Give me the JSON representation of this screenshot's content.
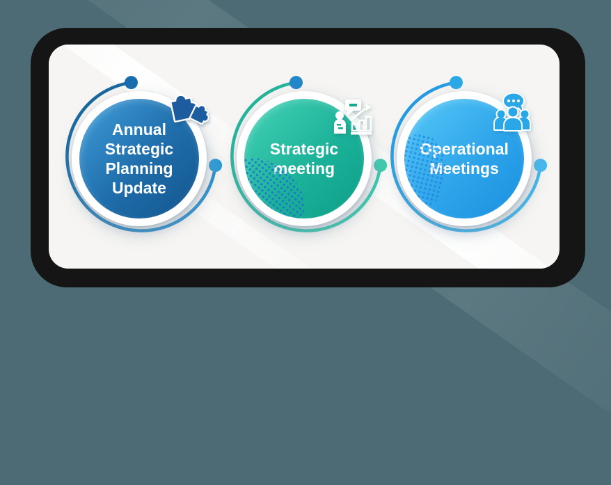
{
  "diagram": {
    "type": "three-step-circle-infographic",
    "background_color": "#4c6b75",
    "frame_color": "#151515",
    "panel_color": "#f6f5f3",
    "items": [
      {
        "label": "Annual Strategic Planning Update",
        "icon": "puzzle-icon",
        "circle_color_start": "#3f9eda",
        "circle_color_end": "#14568e",
        "arc_color_start": "#155d94",
        "arc_color_end": "#2f9ad8",
        "top_dot_color": "#1a6dad",
        "side_dot_color": "#2d9bd6",
        "text_color": "#ffffff"
      },
      {
        "label": "Strategic meeting",
        "icon": "presenter-chart-icon",
        "circle_color_start": "#45d3b6",
        "circle_color_end": "#0c9e88",
        "arc_color_start": "#1fae97",
        "arc_color_end": "#3fd0b3",
        "top_dot_color": "#2387c9",
        "side_dot_color": "#3fcbae",
        "text_color": "#ffffff"
      },
      {
        "label": "Operational Meetings",
        "icon": "people-chat-icon",
        "circle_color_start": "#55c8f7",
        "circle_color_end": "#1a90df",
        "arc_color_start": "#1e95e0",
        "arc_color_end": "#45c0f2",
        "top_dot_color": "#2aa9e8",
        "side_dot_color": "#45baf0",
        "text_color": "#ffffff"
      }
    ]
  }
}
